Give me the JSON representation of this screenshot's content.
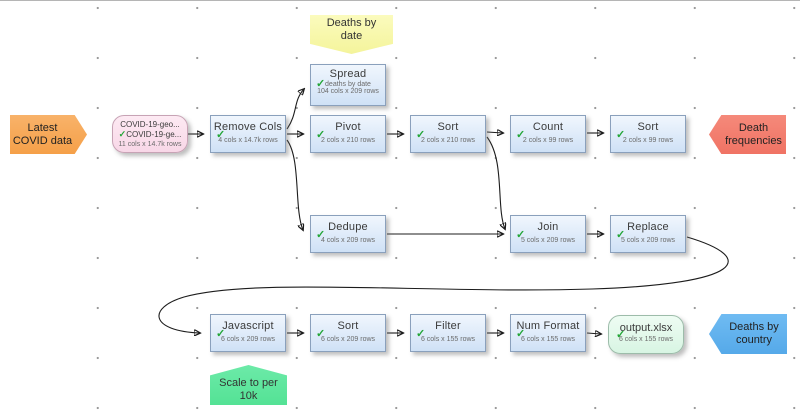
{
  "ui": {
    "check_glyph": "✓",
    "check_color": "#23a637"
  },
  "source_node": {
    "line1": "COVID-19-geo...",
    "line2": "COVID-19-ge...",
    "stats": "11 cols x 14.7k rows",
    "fill": "#f8d7e7"
  },
  "banners": {
    "input": {
      "label": "Latest\nCOVID data",
      "fill": "#f5a049"
    },
    "death_frequencies": {
      "label": "Death\nfrequencies",
      "fill": "#f07364"
    },
    "deaths_by_country": {
      "label": "Deaths by\ncountry",
      "fill": "#55a9e9"
    }
  },
  "notes": {
    "deaths_by_date": {
      "label": "Deaths by\ndate",
      "fill": "#f4f49b"
    },
    "scale": {
      "label": "Scale to per\n10k",
      "fill": "#54e295"
    }
  },
  "nodes": [
    {
      "title": "Spread",
      "comment": "deaths by date",
      "stats": "104 cols x 209 rows"
    },
    {
      "title": "Remove Cols",
      "stats": "4 cols x 14.7k rows"
    },
    {
      "title": "Pivot",
      "stats": "2 cols x 210 rows"
    },
    {
      "title": "Sort",
      "stats": "2 cols x 210 rows"
    },
    {
      "title": "Count",
      "stats": "2 cols x 99 rows"
    },
    {
      "title": "Sort",
      "stats": "2 cols x 99 rows"
    },
    {
      "title": "Dedupe",
      "stats": "4 cols x 209 rows"
    },
    {
      "title": "Join",
      "stats": "5 cols x 209 rows"
    },
    {
      "title": "Replace",
      "stats": "5 cols x 209 rows"
    },
    {
      "title": "Javascript",
      "stats": "6 cols x 209 rows"
    },
    {
      "title": "Sort",
      "stats": "6 cols x 209 rows"
    },
    {
      "title": "Filter",
      "stats": "6 cols x 155 rows"
    },
    {
      "title": "Num Format",
      "stats": "6 cols x 155 rows"
    }
  ],
  "output_node": {
    "title": "output.xlsx",
    "stats": "6 cols x 155 rows",
    "fill": "#d8f5e3"
  },
  "node_fill": "#cfe1f6"
}
